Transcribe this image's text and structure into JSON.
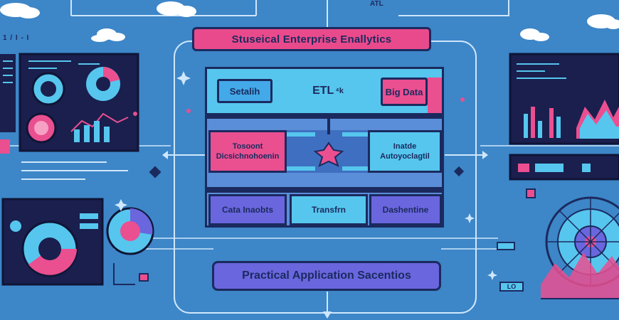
{
  "title": "Stuseical Enterprise Enallytics",
  "top_label": "ATL",
  "left_top_text": "1 / I - I",
  "pipeline": {
    "source": "Setalih",
    "etl": "ETL",
    "etl_suffix": "⁴k",
    "big_data": "Big Data",
    "left_box": [
      "Tosoont",
      "Dicsichnohoenin"
    ],
    "right_box": [
      "Inatde",
      "Autoyoclagtil"
    ],
    "bottom": [
      "Cata Inaobts",
      "Transfrn",
      "Dashentine"
    ]
  },
  "application_banner": "Practical Application Sacentios",
  "right_badge": "LO",
  "colors": {
    "background": "#3d86c8",
    "navy": "#1b2a5e",
    "pink": "#ea4f90",
    "cyan": "#56c6ee",
    "violet": "#6a66de"
  }
}
